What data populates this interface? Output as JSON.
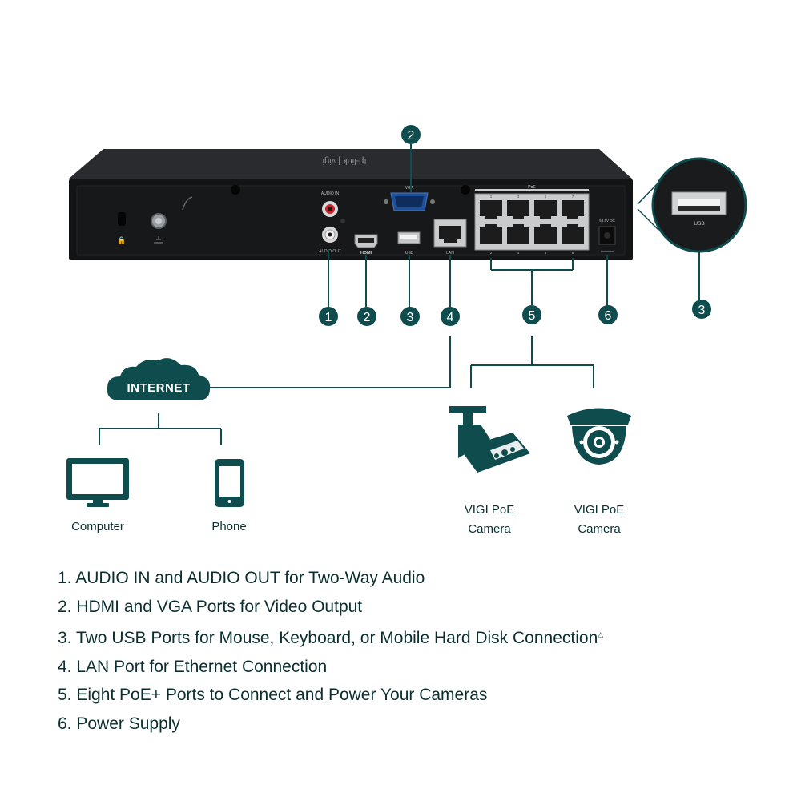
{
  "device": {
    "logo_text": "tp-link | vigi",
    "ports": {
      "audio_in": "AUDIO IN",
      "audio_out": "AUDIO OUT",
      "vga": "VGA",
      "hdmi": "HDMI",
      "usb": "USB",
      "lan": "LAN",
      "poe": "PoE",
      "dc": "53.5V DC",
      "poe_numbers_top": [
        "1",
        "3",
        "5",
        "7"
      ],
      "poe_numbers_bottom": [
        "2",
        "4",
        "6",
        "8"
      ]
    }
  },
  "zoom_usb_label": "USB",
  "callouts": [
    "1",
    "2",
    "3",
    "4",
    "5",
    "6"
  ],
  "network": {
    "cloud_label": "INTERNET",
    "computer_label": "Computer",
    "phone_label": "Phone",
    "camera1_label": [
      "VIGI PoE",
      "Camera"
    ],
    "camera2_label": [
      "VIGI PoE",
      "Camera"
    ]
  },
  "features": [
    "1. AUDIO IN and AUDIO OUT for Two-Way Audio",
    "2. HDMI and VGA Ports for Video Output",
    "3. Two USB Ports for Mouse, Keyboard, or Mobile Hard Disk Connection",
    "4. LAN Port for Ethernet Connection",
    "5. Eight PoE+ Ports to Connect and Power Your Cameras",
    "6. Power Supply"
  ],
  "feature3_mark": "△",
  "colors": {
    "accent": "#0f4c4e",
    "device": "#1b1c1e",
    "device_face": "#101113"
  }
}
